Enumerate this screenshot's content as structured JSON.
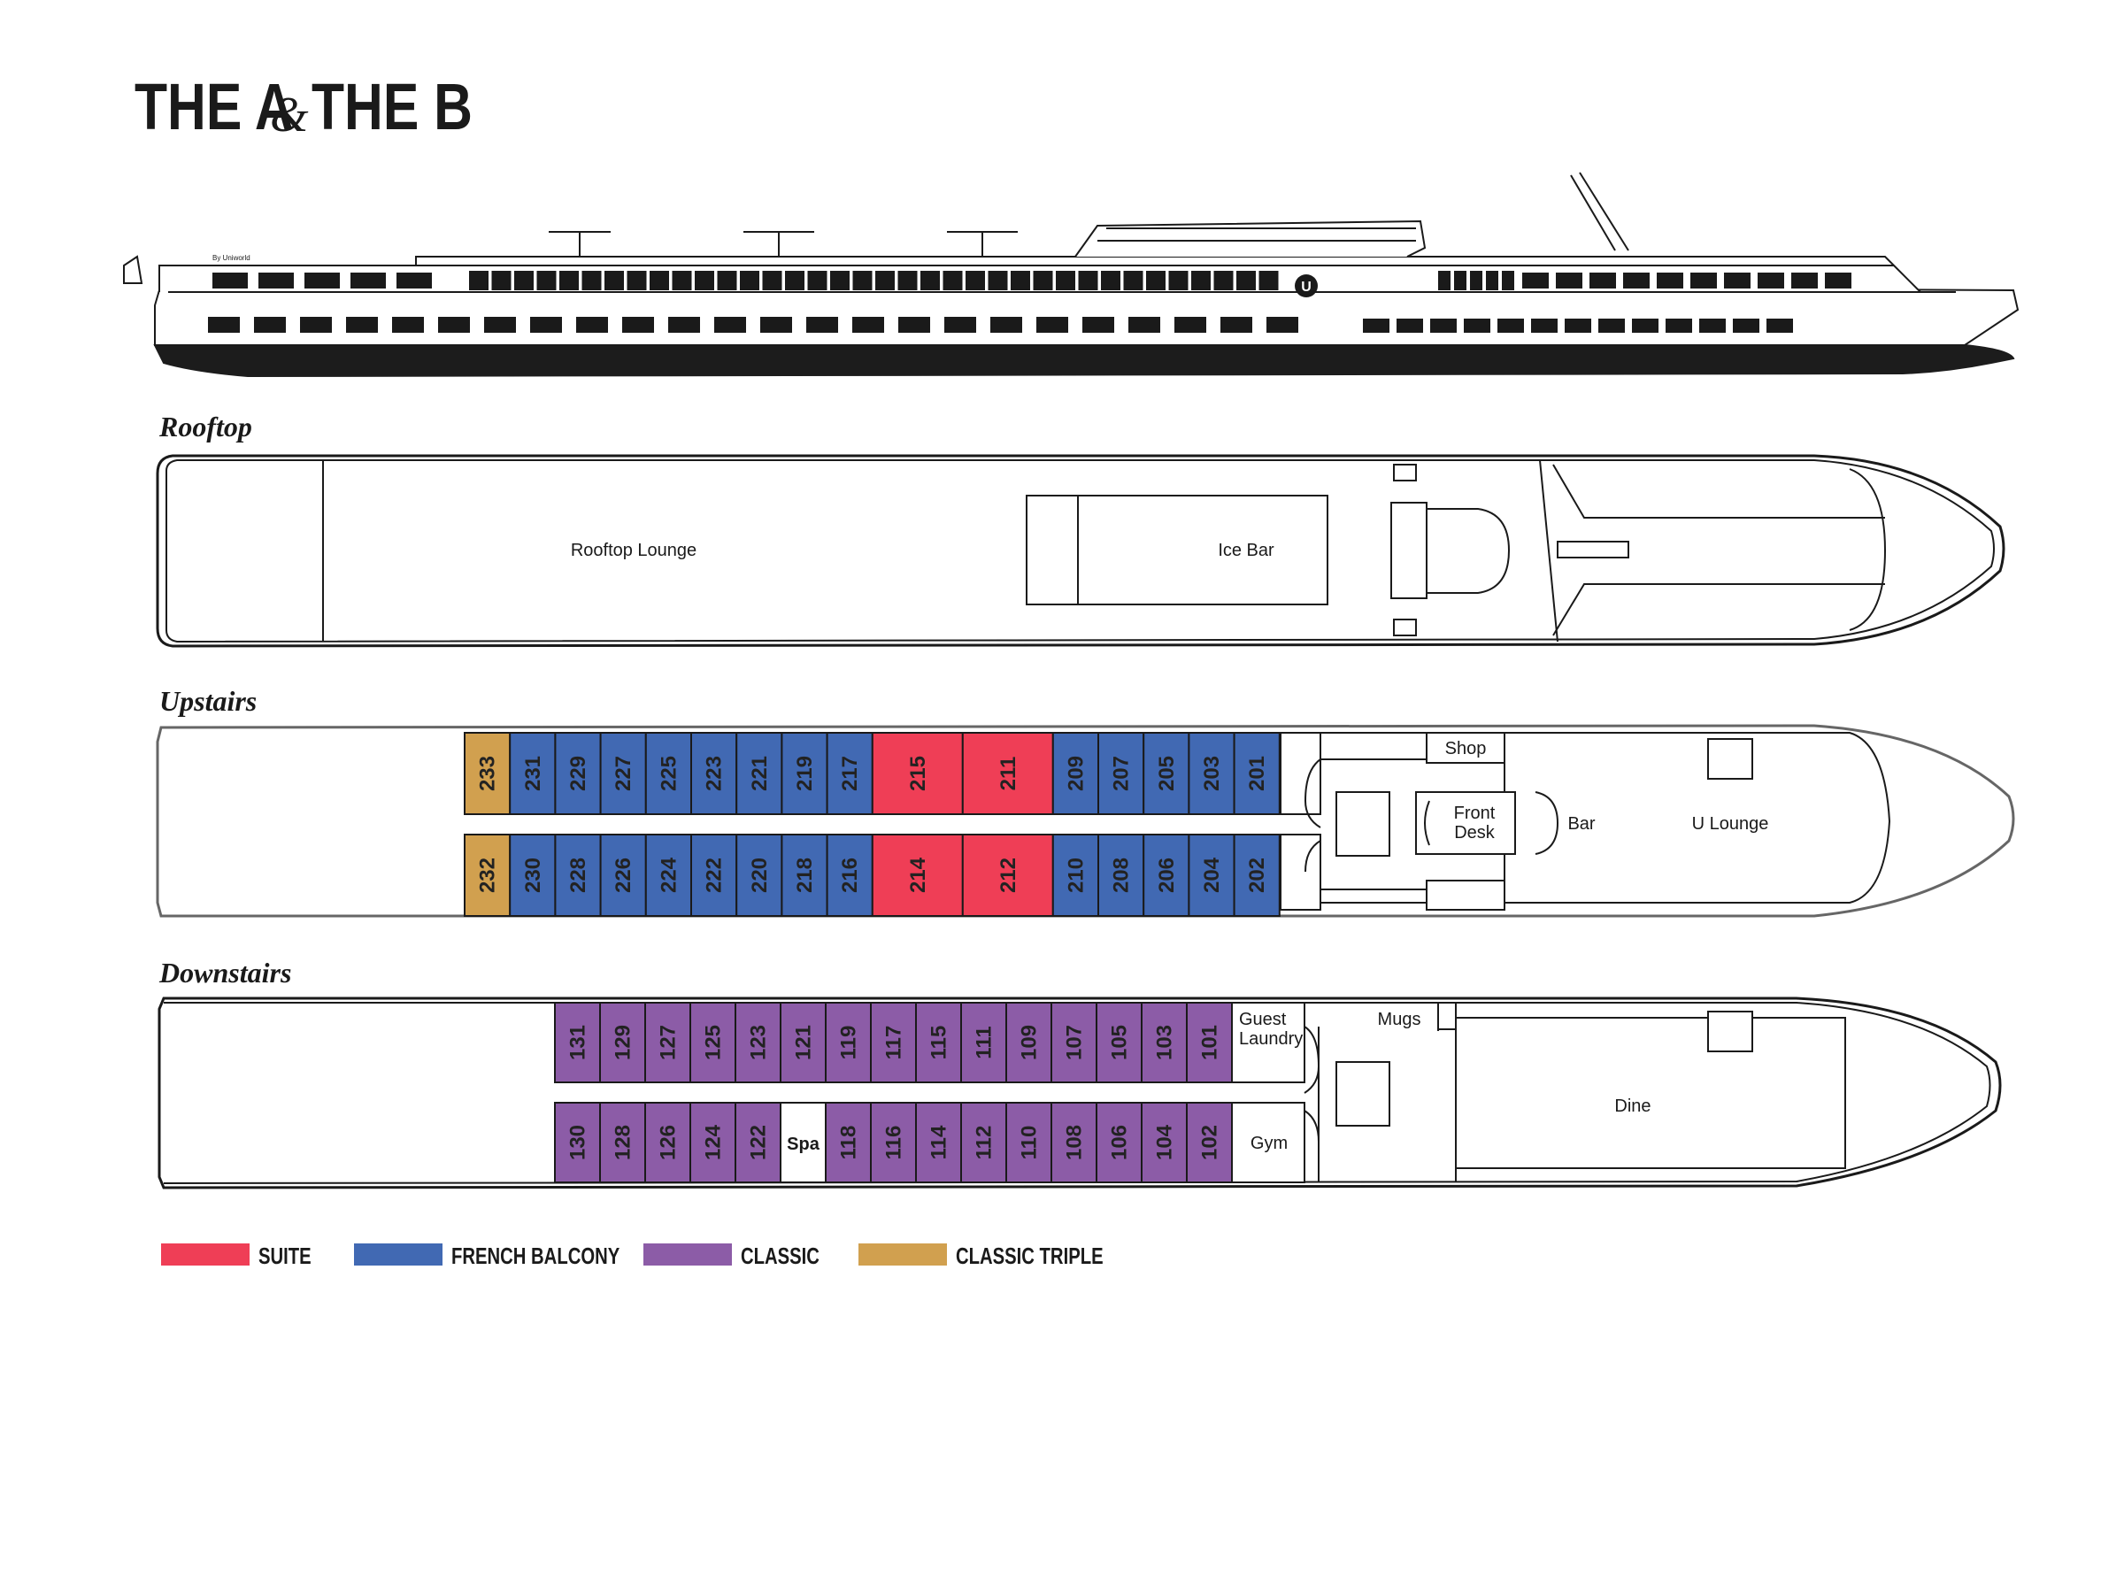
{
  "title": {
    "part1": "THE A",
    "amp": "&",
    "part2": "THE B"
  },
  "ship_brand": "By Uniworld",
  "ship_logo_letter": "U",
  "colors": {
    "suite": "#ef3e56",
    "french_balcony": "#4169b3",
    "classic": "#8c5ca7",
    "classic_triple": "#d1a04f",
    "outline": "#1a1a1a",
    "hull": "#1c1c1c"
  },
  "decks": {
    "rooftop": {
      "label": "Rooftop",
      "rooms": {
        "lounge": "Rooftop Lounge",
        "ice_bar": "Ice Bar"
      }
    },
    "upstairs": {
      "label": "Upstairs",
      "top_row": [
        {
          "n": "233",
          "cat": "classic_triple"
        },
        {
          "n": "231",
          "cat": "french_balcony"
        },
        {
          "n": "229",
          "cat": "french_balcony"
        },
        {
          "n": "227",
          "cat": "french_balcony"
        },
        {
          "n": "225",
          "cat": "french_balcony"
        },
        {
          "n": "223",
          "cat": "french_balcony"
        },
        {
          "n": "221",
          "cat": "french_balcony"
        },
        {
          "n": "219",
          "cat": "french_balcony"
        },
        {
          "n": "217",
          "cat": "french_balcony"
        },
        {
          "n": "215",
          "cat": "suite",
          "wide": true
        },
        {
          "n": "211",
          "cat": "suite",
          "wide": true
        },
        {
          "n": "209",
          "cat": "french_balcony"
        },
        {
          "n": "207",
          "cat": "french_balcony"
        },
        {
          "n": "205",
          "cat": "french_balcony"
        },
        {
          "n": "203",
          "cat": "french_balcony"
        },
        {
          "n": "201",
          "cat": "french_balcony"
        }
      ],
      "bottom_row": [
        {
          "n": "232",
          "cat": "classic_triple"
        },
        {
          "n": "230",
          "cat": "french_balcony"
        },
        {
          "n": "228",
          "cat": "french_balcony"
        },
        {
          "n": "226",
          "cat": "french_balcony"
        },
        {
          "n": "224",
          "cat": "french_balcony"
        },
        {
          "n": "222",
          "cat": "french_balcony"
        },
        {
          "n": "220",
          "cat": "french_balcony"
        },
        {
          "n": "218",
          "cat": "french_balcony"
        },
        {
          "n": "216",
          "cat": "french_balcony"
        },
        {
          "n": "214",
          "cat": "suite",
          "wide": true
        },
        {
          "n": "212",
          "cat": "suite",
          "wide": true
        },
        {
          "n": "210",
          "cat": "french_balcony"
        },
        {
          "n": "208",
          "cat": "french_balcony"
        },
        {
          "n": "206",
          "cat": "french_balcony"
        },
        {
          "n": "204",
          "cat": "french_balcony"
        },
        {
          "n": "202",
          "cat": "french_balcony"
        }
      ],
      "rooms": {
        "shop": "Shop",
        "front_desk_1": "Front",
        "front_desk_2": "Desk",
        "bar": "Bar",
        "lounge": "U Lounge"
      }
    },
    "downstairs": {
      "label": "Downstairs",
      "top_row": [
        {
          "n": "131",
          "cat": "classic"
        },
        {
          "n": "129",
          "cat": "classic"
        },
        {
          "n": "127",
          "cat": "classic"
        },
        {
          "n": "125",
          "cat": "classic"
        },
        {
          "n": "123",
          "cat": "classic"
        },
        {
          "n": "121",
          "cat": "classic"
        },
        {
          "n": "119",
          "cat": "classic"
        },
        {
          "n": "117",
          "cat": "classic"
        },
        {
          "n": "115",
          "cat": "classic"
        },
        {
          "n": "111",
          "cat": "classic"
        },
        {
          "n": "109",
          "cat": "classic"
        },
        {
          "n": "107",
          "cat": "classic"
        },
        {
          "n": "105",
          "cat": "classic"
        },
        {
          "n": "103",
          "cat": "classic"
        },
        {
          "n": "101",
          "cat": "classic"
        }
      ],
      "bottom_row": [
        {
          "n": "130",
          "cat": "classic"
        },
        {
          "n": "128",
          "cat": "classic"
        },
        {
          "n": "126",
          "cat": "classic"
        },
        {
          "n": "124",
          "cat": "classic"
        },
        {
          "n": "122",
          "cat": "classic"
        },
        {
          "n": "Spa",
          "cat": "room"
        },
        {
          "n": "118",
          "cat": "classic"
        },
        {
          "n": "116",
          "cat": "classic"
        },
        {
          "n": "114",
          "cat": "classic"
        },
        {
          "n": "112",
          "cat": "classic"
        },
        {
          "n": "110",
          "cat": "classic"
        },
        {
          "n": "108",
          "cat": "classic"
        },
        {
          "n": "106",
          "cat": "classic"
        },
        {
          "n": "104",
          "cat": "classic"
        },
        {
          "n": "102",
          "cat": "classic"
        }
      ],
      "rooms": {
        "laundry_1": "Guest",
        "laundry_2": "Laundry",
        "gym": "Gym",
        "mugs": "Mugs",
        "dine": "Dine"
      }
    }
  },
  "legend": [
    {
      "key": "suite",
      "label": "SUITE"
    },
    {
      "key": "french_balcony",
      "label": "FRENCH BALCONY"
    },
    {
      "key": "classic",
      "label": "CLASSIC"
    },
    {
      "key": "classic_triple",
      "label": "CLASSIC TRIPLE"
    }
  ]
}
